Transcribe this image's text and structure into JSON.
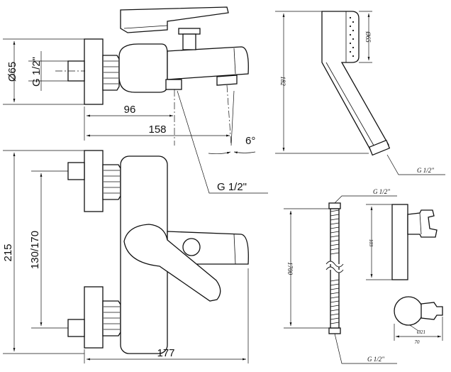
{
  "views": {
    "side_view": {
      "dim_diameter": "Ø65",
      "dim_thread": "G 1/2\"",
      "dim_width_short": "96",
      "dim_width_long": "158",
      "dim_angle": "6°",
      "dim_outlet_thread": "G 1/2\""
    },
    "front_view": {
      "dim_height": "215",
      "dim_spacing": "130/170",
      "dim_width": "177"
    },
    "hand_shower": {
      "dim_diameter": "Ø65",
      "dim_length": "182",
      "dim_thread": "G 1/2\""
    },
    "hose": {
      "dim_thread_top": "G 1/2\"",
      "dim_length": "1700",
      "dim_thread_bottom": "G 1/2\""
    },
    "holder": {
      "dim_height": "103",
      "dim_diameter": "Ø21",
      "dim_width": "70"
    }
  }
}
